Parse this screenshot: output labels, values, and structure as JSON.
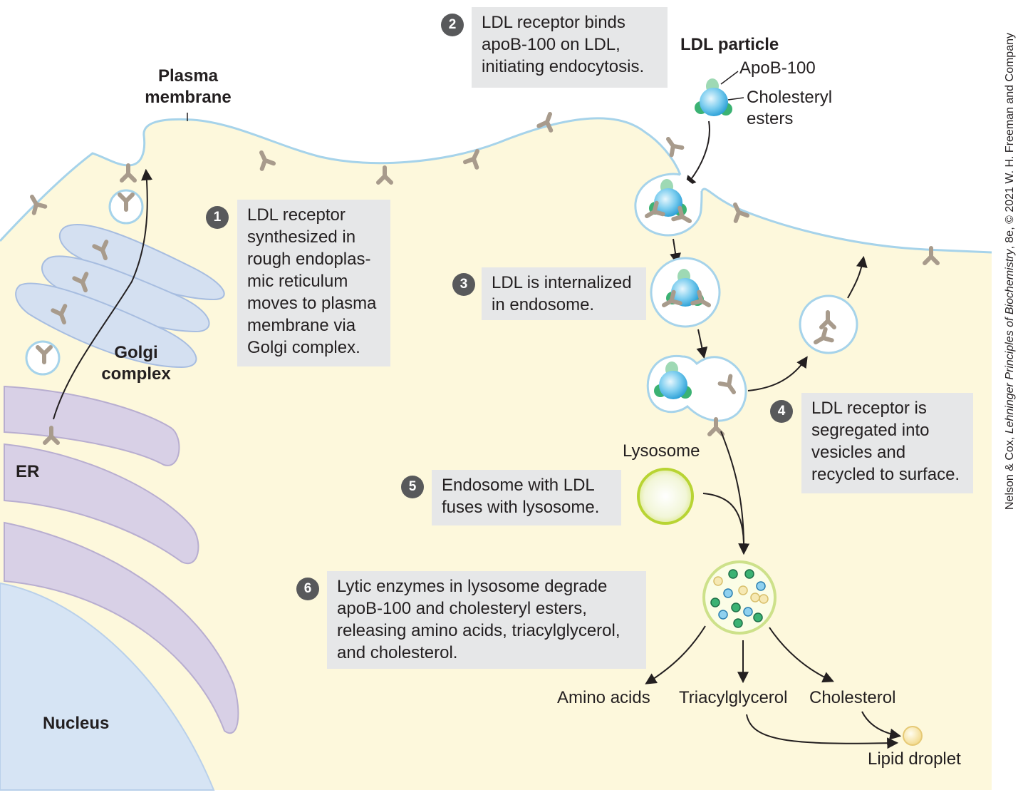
{
  "figure": {
    "structures": {
      "plasma_membrane": "Plasma\nmembrane",
      "golgi": "Golgi\ncomplex",
      "er": "ER",
      "nucleus": "Nucleus",
      "ldl_particle": "LDL particle",
      "apob": "ApoB-100",
      "cholesteryl_esters": "Cholesteryl\nesters",
      "lysosome": "Lysosome"
    },
    "steps": [
      {
        "number": "1",
        "text": "LDL receptor\nsynthesized in\nrough endoplas-\nmic reticulum\nmoves to plasma\nmembrane via\nGolgi complex."
      },
      {
        "number": "2",
        "text": "LDL receptor binds\napoB-100 on LDL,\ninitiating endocytosis."
      },
      {
        "number": "3",
        "text": "LDL is internalized\nin endosome."
      },
      {
        "number": "4",
        "text": "LDL receptor is\nsegregated into\nvesicles and\nrecycled to surface."
      },
      {
        "number": "5",
        "text": "Endosome with LDL\nfuses with lysosome."
      },
      {
        "number": "6",
        "text": "Lytic enzymes in lysosome degrade\napoB-100 and cholesteryl esters,\nreleasing amino acids, triacylglycerol,\nand cholesterol."
      }
    ],
    "products": {
      "amino_acids": "Amino acids",
      "triacylglycerol": "Triacylglycerol",
      "cholesterol": "Cholesterol",
      "lipid_droplet": "Lipid droplet"
    },
    "credit_prefix": "Nelson & Cox, ",
    "credit_title": "Lehninger Principles of Biochemistry",
    "credit_suffix": ", 8e, © 2021 W. H. Freeman and Company",
    "colors": {
      "cytoplasm": "#fdf8dc",
      "membrane": "#a6d3ea",
      "golgi": "#d4e0f1",
      "er": "#d8d0e6",
      "nucleus": "#d6e4f4",
      "receptor": "#a89b8c",
      "ldl_core": "#2fa8e0",
      "apob": "#3bb273",
      "lysosome": "#b8d433",
      "step_badge": "#58595b",
      "text_box": "#e6e7e8"
    }
  }
}
